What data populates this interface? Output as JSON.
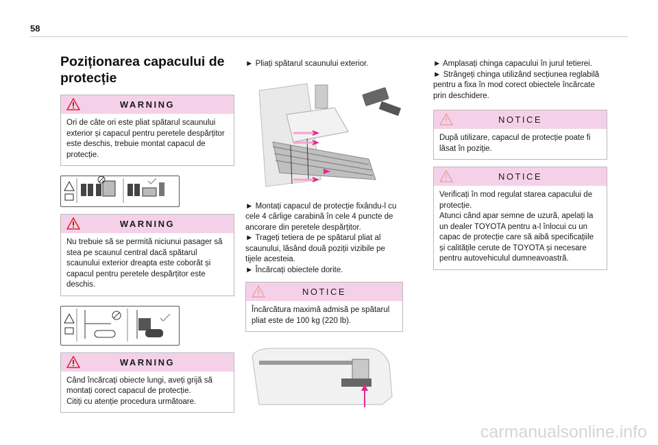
{
  "page_number": "58",
  "col1": {
    "title": "Poziționarea capacului de protecție",
    "warning1": {
      "label": "WARNING",
      "text": "Ori de câte ori este pliat spătarul scaunului exterior și capacul pentru peretele despărțitor este deschis, trebuie montat capacul de protecție."
    },
    "warning2": {
      "label": "WARNING",
      "text": "Nu trebuie să se permită niciunui pasager să stea pe scaunul central dacă spătarul scaunului exterior dreapta este coborât și capacul pentru peretele despărțitor este deschis."
    },
    "warning3": {
      "label": "WARNING",
      "text": "Când încărcați obiecte lungi, aveți grijă să montați corect capacul de protecție.\nCitiți cu atenție procedura următoare."
    }
  },
  "col2": {
    "step1": "► Pliați spătarul scaunului exterior.",
    "steps2": "► Montați capacul de protecție fixându-l cu cele 4 cârlige carabină în cele 4 puncte de ancorare din peretele despărțitor.\n► Trageți tetiera de pe spătarul pliat al scaunului, lăsând două poziții vizibile pe tijele acesteia.\n► Încărcați obiectele dorite.",
    "notice": {
      "label": "NOTICE",
      "text": "Încărcătura maximă admisă pe spătarul pliat este de 100 kg (220 lb)."
    }
  },
  "col3": {
    "steps": "► Amplasați chinga capacului în jurul tetierei.\n► Strângeți chinga utilizând secțiunea reglabilă pentru a fixa în mod corect obiectele încărcate prin deschidere.",
    "notice1": {
      "label": "NOTICE",
      "text": "După utilizare, capacul de protecție poate fi lăsat în poziție."
    },
    "notice2": {
      "label": "NOTICE",
      "text": "Verificați în mod regulat starea capacului de protecție.\nAtunci când apar semne de uzură, apelați la un dealer TOYOTA pentru a-l înlocui cu un capac de protecție care să aibă specificațiile și calitățile cerute de TOYOTA și necesare pentru autovehiculul dumneavoastră."
    }
  },
  "colors": {
    "header_bg": "#f5d1e9",
    "warning_triangle": "#e7222a",
    "notice_triangle": "#e9a1a1",
    "arrow": "#e0298f"
  },
  "watermark": "carmanualsonline.info"
}
